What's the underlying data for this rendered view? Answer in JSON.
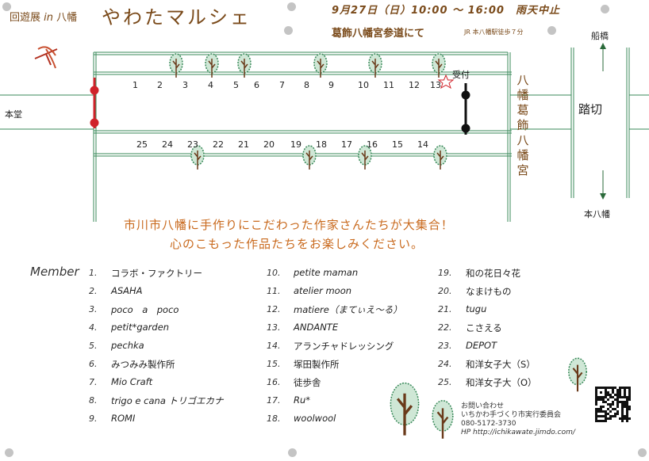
{
  "header": {
    "subtitle": "回遊展",
    "subtitle_in": "in",
    "subtitle_place": "八幡",
    "title": "やわたマルシェ",
    "datetime": "9月27日（日）10:00 〜 16:00　雨天中止",
    "venue": "葛飾八幡宮参道にて",
    "station": "JR 本八幡駅徒歩７分"
  },
  "map": {
    "honden_label": "本堂",
    "reception_label": "受付",
    "shrine_label": "八幡葛飾八幡宮",
    "crossing_label": "踏切",
    "north_label": "船橋",
    "south_label": "本八幡",
    "top_row": [
      "1",
      "2",
      "3",
      "4",
      "5",
      "6",
      "7",
      "8",
      "9",
      "10",
      "11",
      "12",
      "13"
    ],
    "bottom_row": [
      "25",
      "24",
      "23",
      "22",
      "21",
      "20",
      "19",
      "18",
      "17",
      "16",
      "15",
      "14"
    ]
  },
  "catchcopy": {
    "line1": "市川市八幡に手作りにこだわった作家さんたちが大集合！",
    "line2": "心のこもった作品たちをお楽しみください。"
  },
  "members": {
    "heading": "Member",
    "col1": [
      {
        "num": "1.",
        "name": "コラボ・ファクトリー"
      },
      {
        "num": "2.",
        "name": "ASAHA"
      },
      {
        "num": "3.",
        "name": "poco　a　poco"
      },
      {
        "num": "4.",
        "name": "petit*garden"
      },
      {
        "num": "5.",
        "name": "pechka"
      },
      {
        "num": "6.",
        "name": "みつみみ製作所"
      },
      {
        "num": "7.",
        "name": "Mio Craft"
      },
      {
        "num": "8.",
        "name": "trigo e cana トリゴエカナ"
      },
      {
        "num": "9.",
        "name": "ROMI"
      }
    ],
    "col2": [
      {
        "num": "10.",
        "name": "petite maman"
      },
      {
        "num": "11.",
        "name": "atelier moon"
      },
      {
        "num": "12.",
        "name": "matiere（まてぃえ〜る）"
      },
      {
        "num": "13.",
        "name": "ANDANTE"
      },
      {
        "num": "14.",
        "name": "アランチャドレッシング"
      },
      {
        "num": "15.",
        "name": "塚田製作所"
      },
      {
        "num": "16.",
        "name": "徒歩舎"
      },
      {
        "num": "17.",
        "name": "Ru*"
      },
      {
        "num": "18.",
        "name": "woolwool"
      }
    ],
    "col3": [
      {
        "num": "19.",
        "name": "和の花日々花"
      },
      {
        "num": "20.",
        "name": "なまけもの"
      },
      {
        "num": "21.",
        "name": "tugu"
      },
      {
        "num": "22.",
        "name": "こさえる"
      },
      {
        "num": "23.",
        "name": "DEPOT"
      },
      {
        "num": "24.",
        "name": "和洋女子大（S）"
      },
      {
        "num": "25.",
        "name": "和洋女子大（O）"
      }
    ]
  },
  "contact": {
    "heading": "お問い合わせ",
    "org": "いちかわ手づくり市実行委員会",
    "phone": "080-5172-3730",
    "hp": "HP http://ichikawate.jimdo.com/"
  },
  "colors": {
    "brown": "#7a4a1a",
    "orange": "#c96a1e",
    "green": "#3a8a5a",
    "red": "#d0232a"
  }
}
